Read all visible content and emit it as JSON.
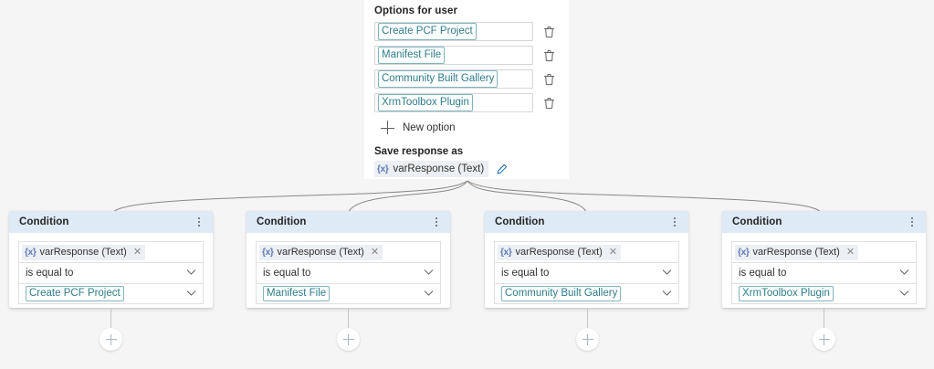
{
  "panel": {
    "title": "Options for user",
    "options": [
      {
        "label": "Create PCF Project",
        "delete_icon": "trash-icon"
      },
      {
        "label": "Manifest File",
        "delete_icon": "trash-icon"
      },
      {
        "label": "Community Built Gallery",
        "delete_icon": "trash-icon"
      },
      {
        "label": "XrmToolbox Plugin",
        "delete_icon": "trash-icon"
      }
    ],
    "new_option_label": "New option",
    "new_option_icon": "plus-icon",
    "save_label": "Save response as",
    "variable": {
      "icon": "variable-x-icon",
      "icon_text": "{x}",
      "name": "varResponse (Text)",
      "edit_icon": "pencil-icon"
    }
  },
  "conditions": [
    {
      "title": "Condition",
      "menu_icon": "more-vertical-icon",
      "operand_icon_text": "{x}",
      "operand": "varResponse (Text)",
      "operand_clear_icon": "close-icon",
      "operator": "is equal to",
      "value": "Create PCF Project",
      "caret_icon": "chevron-down-icon",
      "add_icon": "plus-icon"
    },
    {
      "title": "Condition",
      "menu_icon": "more-vertical-icon",
      "operand_icon_text": "{x}",
      "operand": "varResponse (Text)",
      "operand_clear_icon": "close-icon",
      "operator": "is equal to",
      "value": "Manifest File",
      "caret_icon": "chevron-down-icon",
      "add_icon": "plus-icon"
    },
    {
      "title": "Condition",
      "menu_icon": "more-vertical-icon",
      "operand_icon_text": "{x}",
      "operand": "varResponse (Text)",
      "operand_clear_icon": "close-icon",
      "operator": "is equal to",
      "value": "Community Built Gallery",
      "caret_icon": "chevron-down-icon",
      "add_icon": "plus-icon"
    },
    {
      "title": "Condition",
      "menu_icon": "more-vertical-icon",
      "operand_icon_text": "{x}",
      "operand": "varResponse (Text)",
      "operand_clear_icon": "close-icon",
      "operator": "is equal to",
      "value": "XrmToolbox Plugin",
      "caret_icon": "chevron-down-icon",
      "add_icon": "plus-icon"
    }
  ],
  "colors": {
    "canvas_bg": "#f5f5f5",
    "card_bg": "#ffffff",
    "condition_header_bg": "#deeaf6",
    "token_border": "#7fb4bd",
    "token_text": "#2d7d8a",
    "connector_line": "#8a8886",
    "variable_chip_bg": "#eceff3",
    "variable_x_text": "#5b7ab5"
  }
}
